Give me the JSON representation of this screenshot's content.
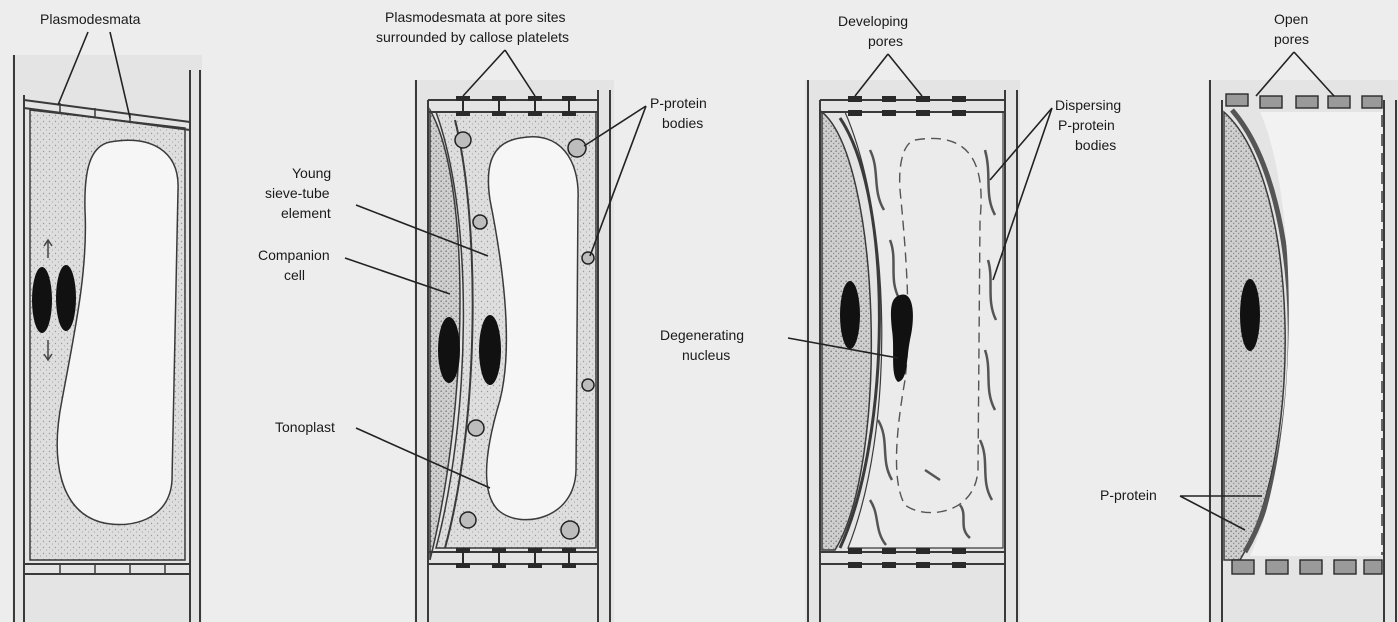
{
  "labels": {
    "plasmodesmata": "Plasmodesmata",
    "pore_sites_line1": "Plasmodesmata at pore sites",
    "pore_sites_line2": "surrounded by callose platelets",
    "p_protein_bodies_line1": "P-protein",
    "p_protein_bodies_line2": "bodies",
    "young_sieve_line1": "Young",
    "young_sieve_line2": "sieve-tube",
    "young_sieve_line3": "element",
    "companion_line1": "Companion",
    "companion_line2": "cell",
    "tonoplast": "Tonoplast",
    "developing_line1": "Developing",
    "developing_line2": "pores",
    "dispersing_line1": "Dispersing",
    "dispersing_line2": "P-protein",
    "dispersing_line3": "bodies",
    "degenerating_line1": "Degenerating",
    "degenerating_line2": "nucleus",
    "open_line1": "Open",
    "open_line2": "pores",
    "p_protein": "P-protein"
  },
  "colors": {
    "background": "#ededed",
    "cytoplasm": "#dcdcdc",
    "companion": "#cfcfcf",
    "outline": "#3a3a3a",
    "nucleus": "#111111"
  }
}
